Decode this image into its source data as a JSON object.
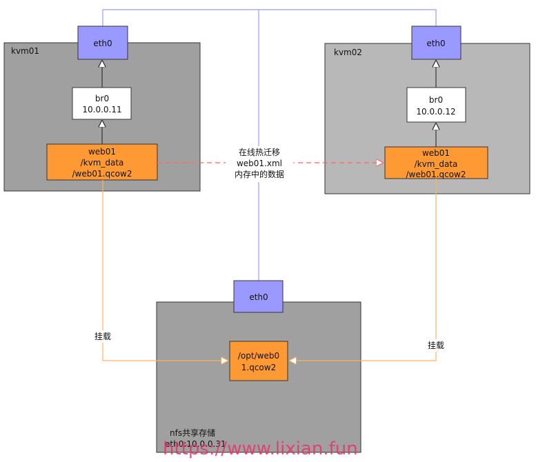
{
  "hosts": {
    "kvm01": {
      "label": "kvm01",
      "nic": "eth0",
      "bridge_name": "br0",
      "bridge_ip": "10.0.0.11",
      "vm_line1": "web01",
      "vm_line2": "/kvm_data",
      "vm_line3": "/web01.qcow2"
    },
    "kvm02": {
      "label": "kvm02",
      "nic": "eth0",
      "bridge_name": "br0",
      "bridge_ip": "10.0.0.12",
      "vm_line1": "web01",
      "vm_line2": "/kvm_data",
      "vm_line3": "/web01.qcow2"
    }
  },
  "nfs": {
    "nic": "eth0",
    "file_line1": "/opt/web0",
    "file_line2": "1.qcow2",
    "label_line1": "nfs共享存储",
    "label_line2": "eth0:10.0.0.31"
  },
  "migration": {
    "line1": "在线热迁移",
    "line2": "web01.xml",
    "line3": "内存中的数据"
  },
  "mounts": {
    "left": "挂载",
    "right": "挂载"
  },
  "watermark": "https://www.lixian.fun",
  "colors": {
    "host_dark": "#a0a0a0",
    "host_light": "#b8b8b8",
    "nic": "#9999ff",
    "vm": "#ff9933",
    "network_line": "#9a9aff",
    "storage_line": "#ffb060",
    "migration_line": "#ff6666"
  }
}
